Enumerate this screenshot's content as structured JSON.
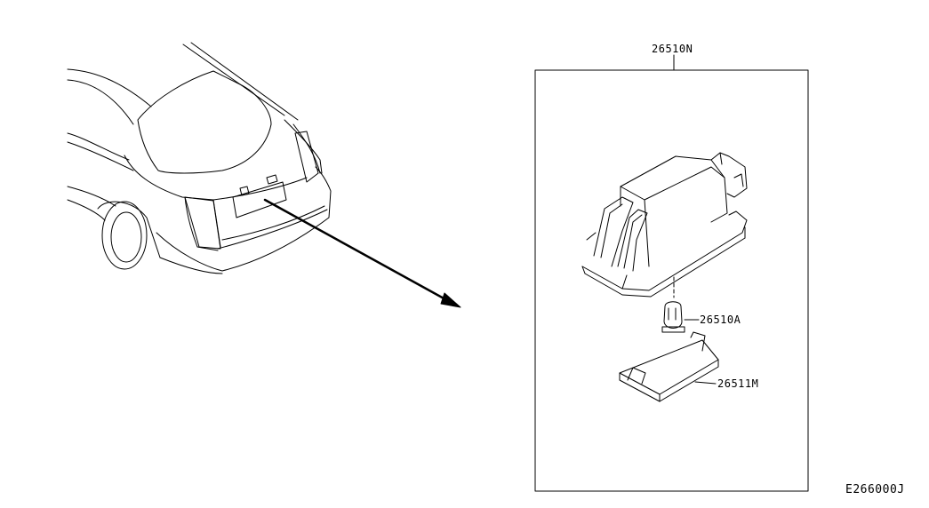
{
  "callouts": {
    "assembly": "26510N",
    "bulb": "26510A",
    "lens": "26511M"
  },
  "diagram_code": "E266000J",
  "colors": {
    "ink": "#000000",
    "paper": "#ffffff"
  }
}
